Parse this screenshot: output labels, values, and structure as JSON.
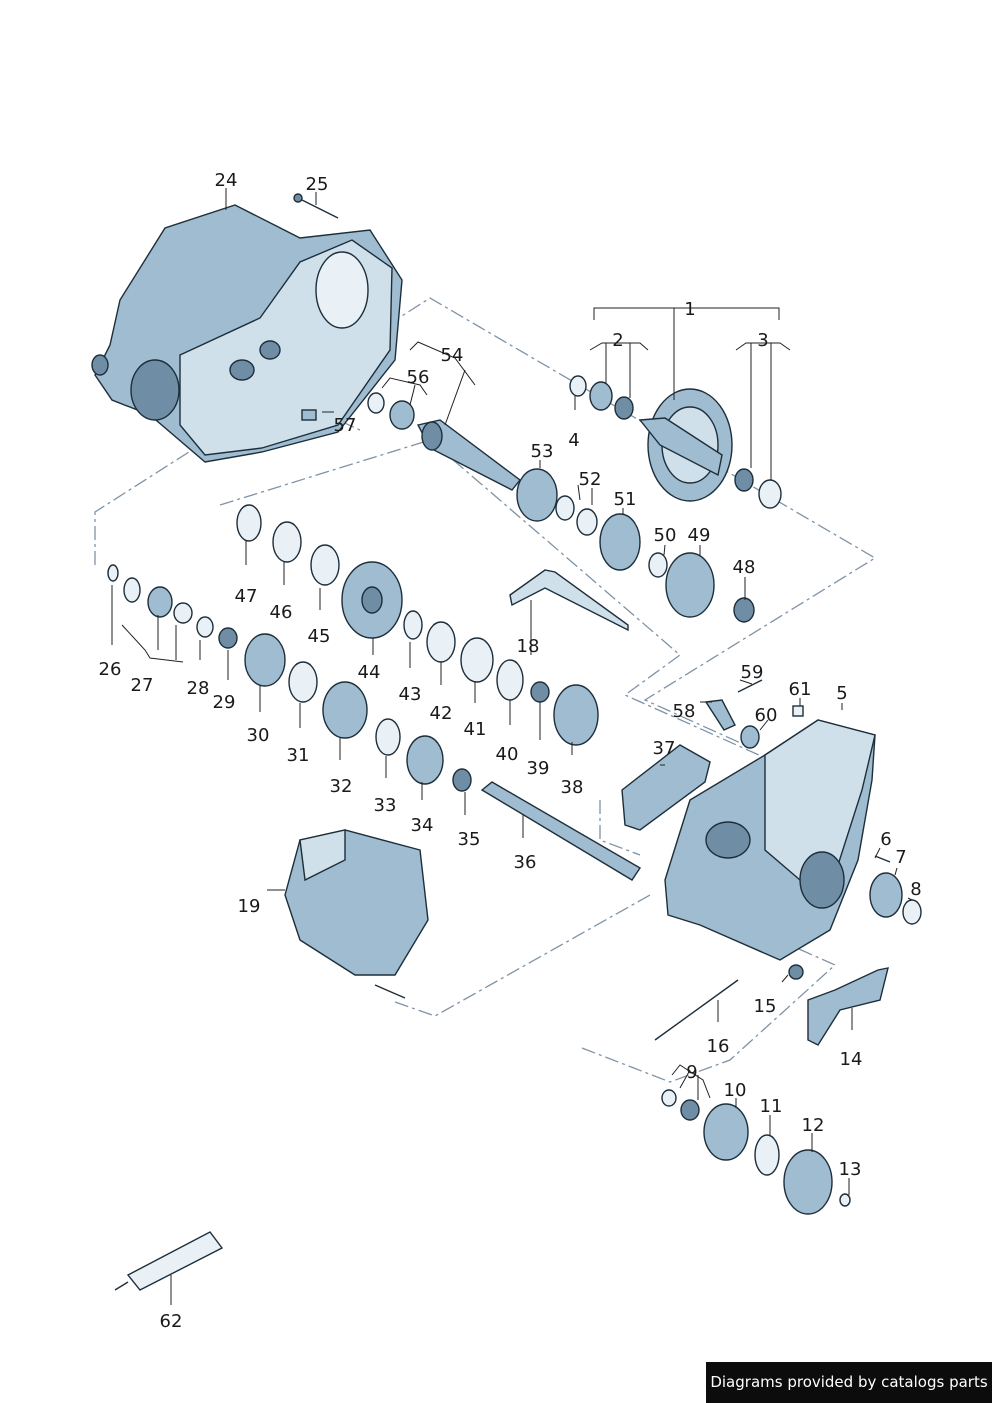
{
  "labels": [
    "1",
    "2",
    "3",
    "4",
    "5",
    "6",
    "7",
    "8",
    "9",
    "10",
    "11",
    "12",
    "13",
    "14",
    "15",
    "16",
    "19",
    "18",
    "24",
    "25",
    "26",
    "27",
    "28",
    "29",
    "30",
    "31",
    "32",
    "33",
    "34",
    "35",
    "36",
    "37",
    "38",
    "39",
    "40",
    "41",
    "42",
    "43",
    "44",
    "45",
    "46",
    "47",
    "48",
    "49",
    "50",
    "51",
    "52",
    "53",
    "54",
    "56",
    "57",
    "58",
    "59",
    "60",
    "61",
    "62"
  ],
  "credit": "Diagrams provided by catalogs parts"
}
